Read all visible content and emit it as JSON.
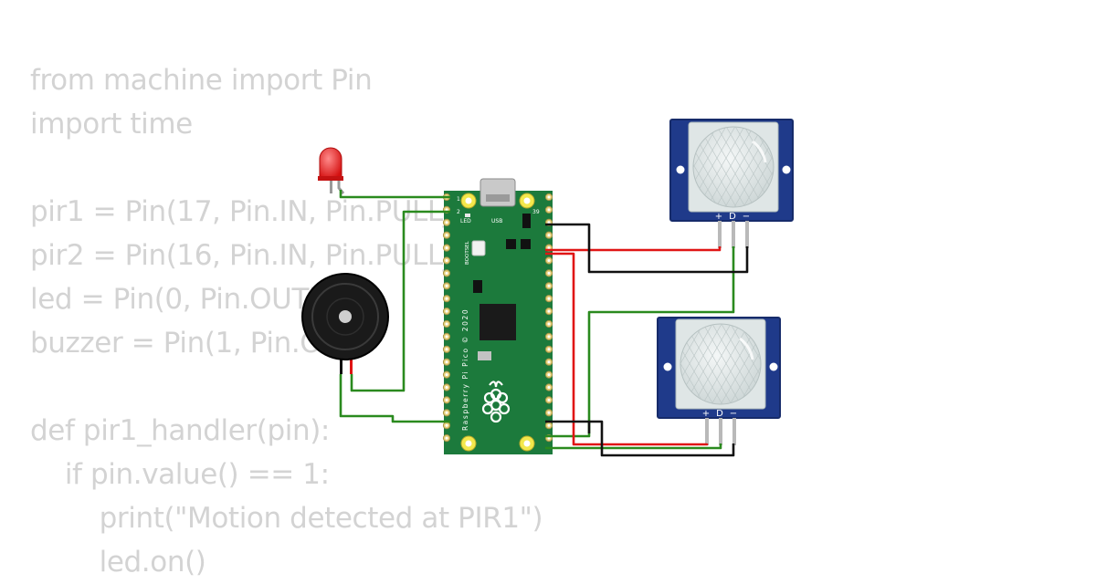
{
  "code_lines": [
    "from machine import Pin",
    "import time",
    "",
    "pir1 = Pin(17, Pin.IN, Pin.PULL_",
    "pir2 = Pin(16, Pin.IN, Pin.PULL_",
    "led = Pin(0, Pin.OUT)",
    "buzzer = Pin(1, Pin.O",
    "",
    "def pir1_handler(pin):",
    "    if pin.value() == 1:",
    "        print(\"Motion detected at PIR1\")",
    "        led.on()"
  ],
  "board": {
    "name": "Raspberry Pi Pico © 2020",
    "led_label": "LED",
    "usb_label": "USB",
    "bootsel_label": "BOOTSEL",
    "pin1_label": "1",
    "pin2_label": "2",
    "pin39_label": "39"
  },
  "pir_sensor_1": {
    "plus": "+",
    "d": "D",
    "minus": "−"
  },
  "pir_sensor_2": {
    "plus": "+",
    "d": "D",
    "minus": "−"
  },
  "colors": {
    "wire_green": "#2a8a1e",
    "wire_red": "#e01515",
    "wire_black": "#111111",
    "board_green": "#1c7a3c",
    "pir_blue": "#1f3a8a",
    "code_text": "#d3d3d3"
  }
}
